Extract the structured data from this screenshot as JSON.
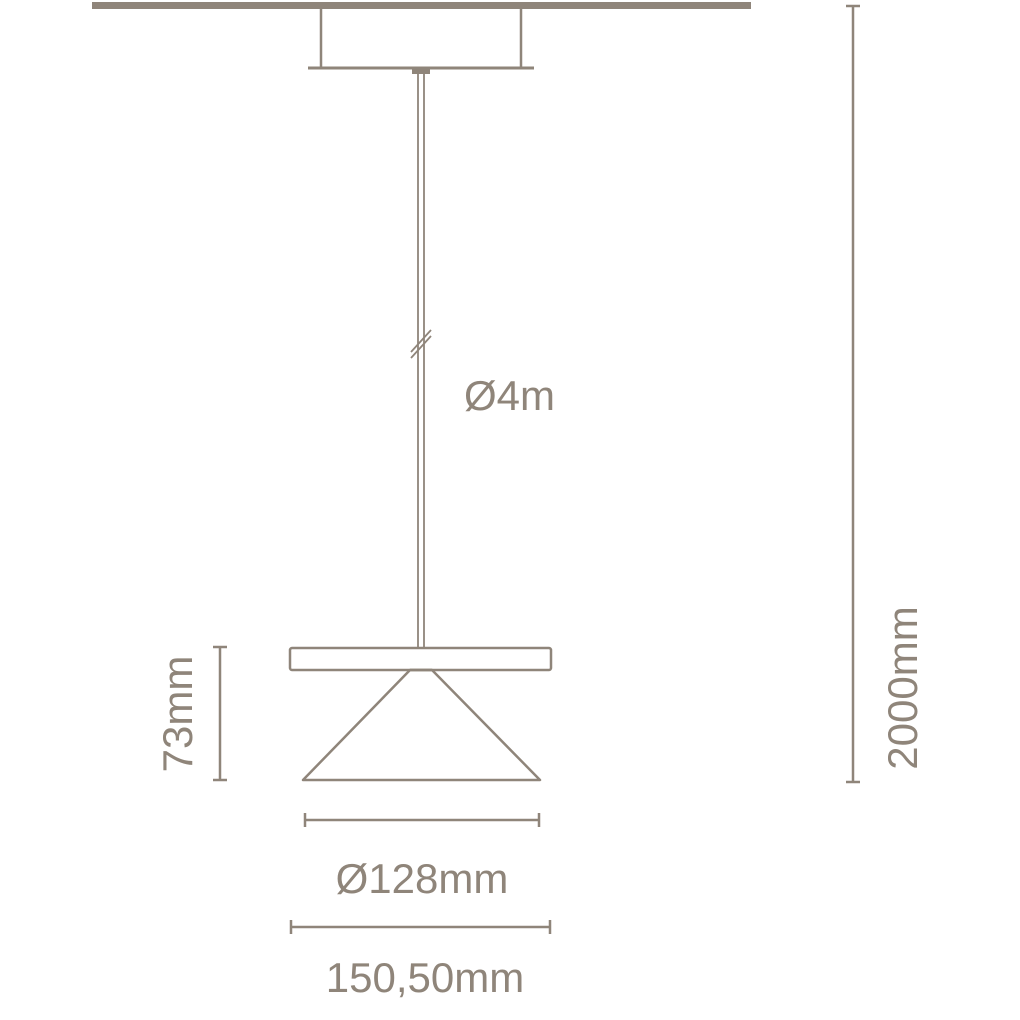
{
  "diagram": {
    "line_color": "#8f857a",
    "text_color": "#8f857a",
    "background": "#ffffff",
    "labels": {
      "cable_diameter": "Ø4m",
      "shade_height": "73mm",
      "total_height": "2000mm",
      "shade_diameter": "Ø128mm",
      "disc_width": "150,50mm"
    }
  }
}
